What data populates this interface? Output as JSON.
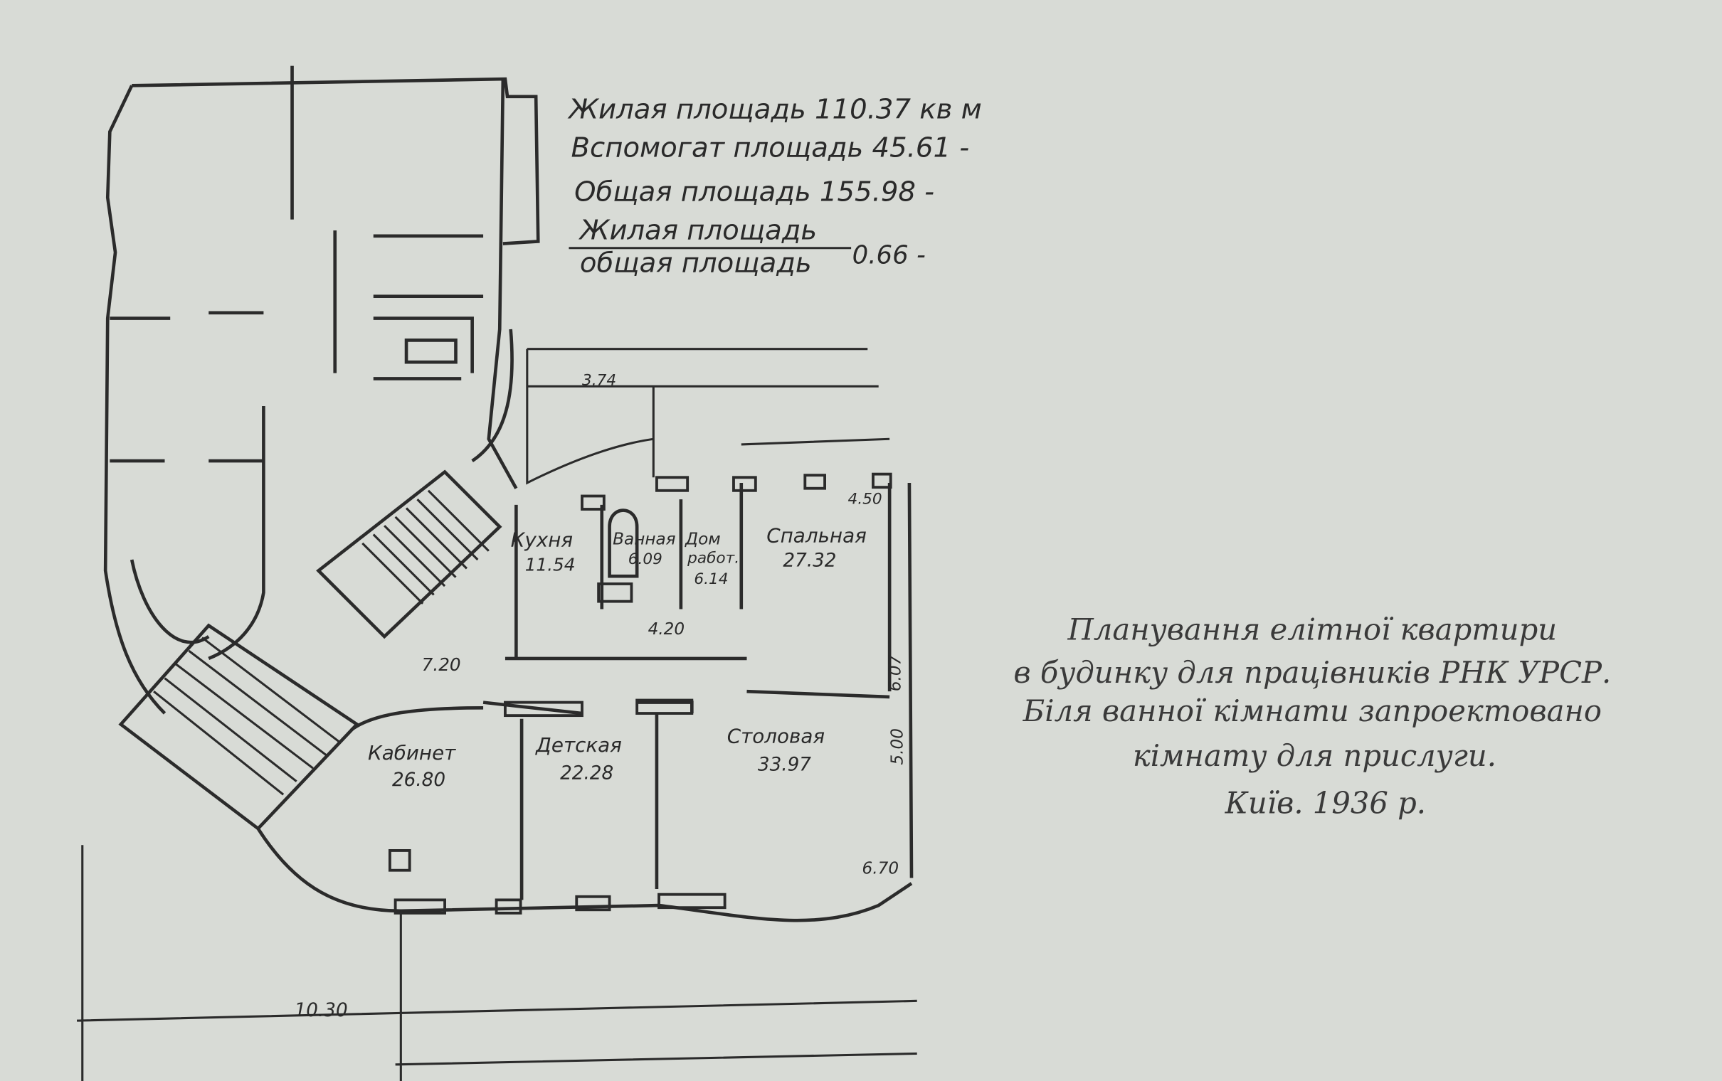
{
  "summary": {
    "living_area": "Жилая  площадь 110.37 кв м",
    "auxiliary_area": "Вспомогат площадь 45.61 -",
    "total_area": "Общая площадь 155.98 -",
    "ratio_numerator": "Жилая площадь",
    "ratio_denominator": "общая площадь",
    "ratio_value": "0.66 -"
  },
  "rooms": [
    {
      "name": "Кухня",
      "area": "11.54"
    },
    {
      "name": "Ванная",
      "area": "6.09"
    },
    {
      "name": "Дом",
      "name2": "работ.",
      "area": "6.14"
    },
    {
      "name": "Спальная",
      "area": "27.32"
    },
    {
      "name": "Кабинет",
      "area": "26.80"
    },
    {
      "name": "Детская",
      "area": "22.28"
    },
    {
      "name": "Столовая",
      "area": "33.97"
    }
  ],
  "dimensions": {
    "d374": "3.74",
    "d450": "4.50",
    "d420": "4.20",
    "d720": "7.20",
    "d607": "6.07",
    "d500": "5.00",
    "d670": "6.70",
    "d1030": "10.30"
  },
  "caption": {
    "line1": "Планування елітної квартири",
    "line2": "в будинку для працівників РНК УРСР.",
    "line3": "Біля ванної кімнати запроектовано",
    "line4": "кімнату для прислуги.",
    "line5": "Київ. 1936 р."
  }
}
